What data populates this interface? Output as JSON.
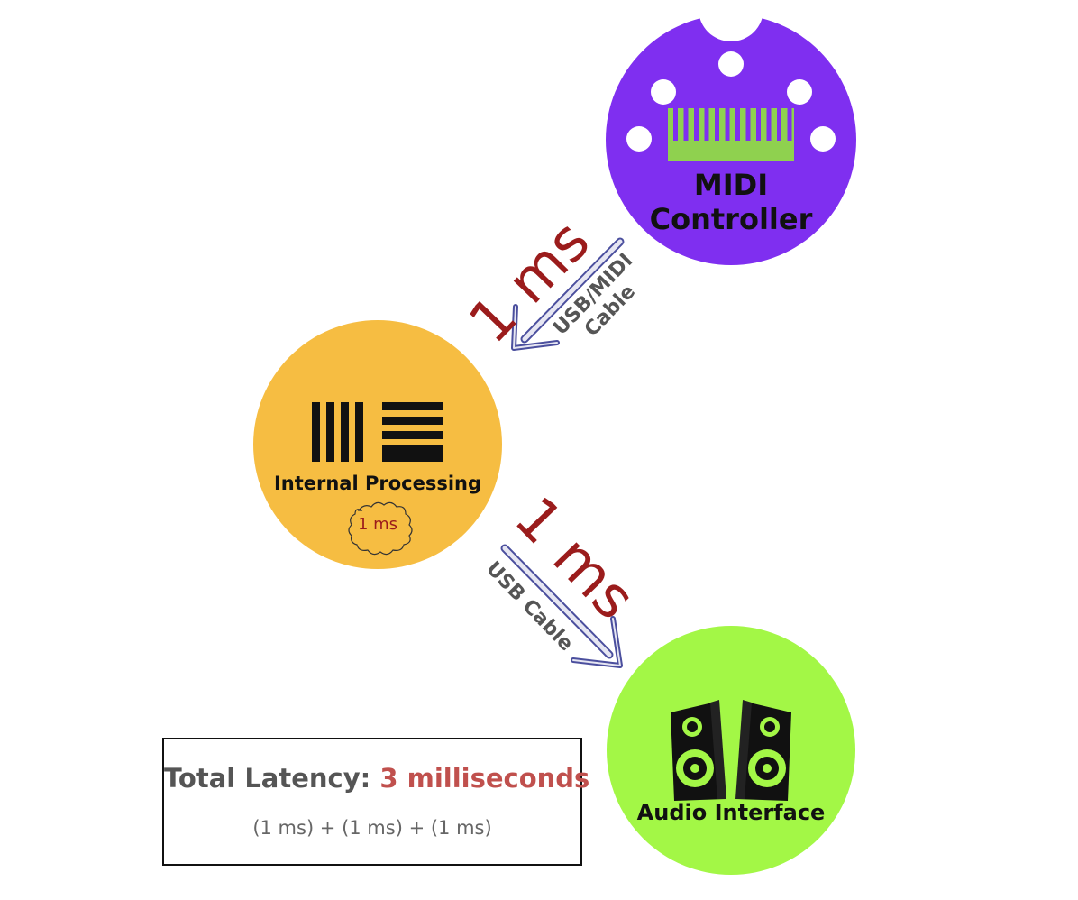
{
  "nodes": {
    "midi": {
      "line1": "MIDI",
      "line2": "Controller",
      "color": "#7f2ff0",
      "icon": "piano-keys-icon"
    },
    "processing": {
      "label": "Internal Processing",
      "badge": "1 ms",
      "color": "#f6bd42",
      "icon": "ableton-logo-icon"
    },
    "audio": {
      "label": "Audio Interface",
      "color": "#a3f746",
      "icon": "speakers-icon"
    }
  },
  "links": {
    "usb_midi": {
      "latency": "1 ms",
      "cable_line1": "USB/MIDI",
      "cable_line2": "Cable"
    },
    "usb": {
      "latency": "1 ms",
      "cable": "USB Cable"
    }
  },
  "summary": {
    "label": "Total Latency:",
    "value": "3 milliseconds",
    "formula": "(1 ms) + (1 ms) + (1 ms)",
    "accent_color": "#c0504d"
  },
  "colors": {
    "latency_text": "#9b1c1c",
    "arrow_fill": "#e6e6f2",
    "arrow_stroke": "#4b4f9e"
  }
}
